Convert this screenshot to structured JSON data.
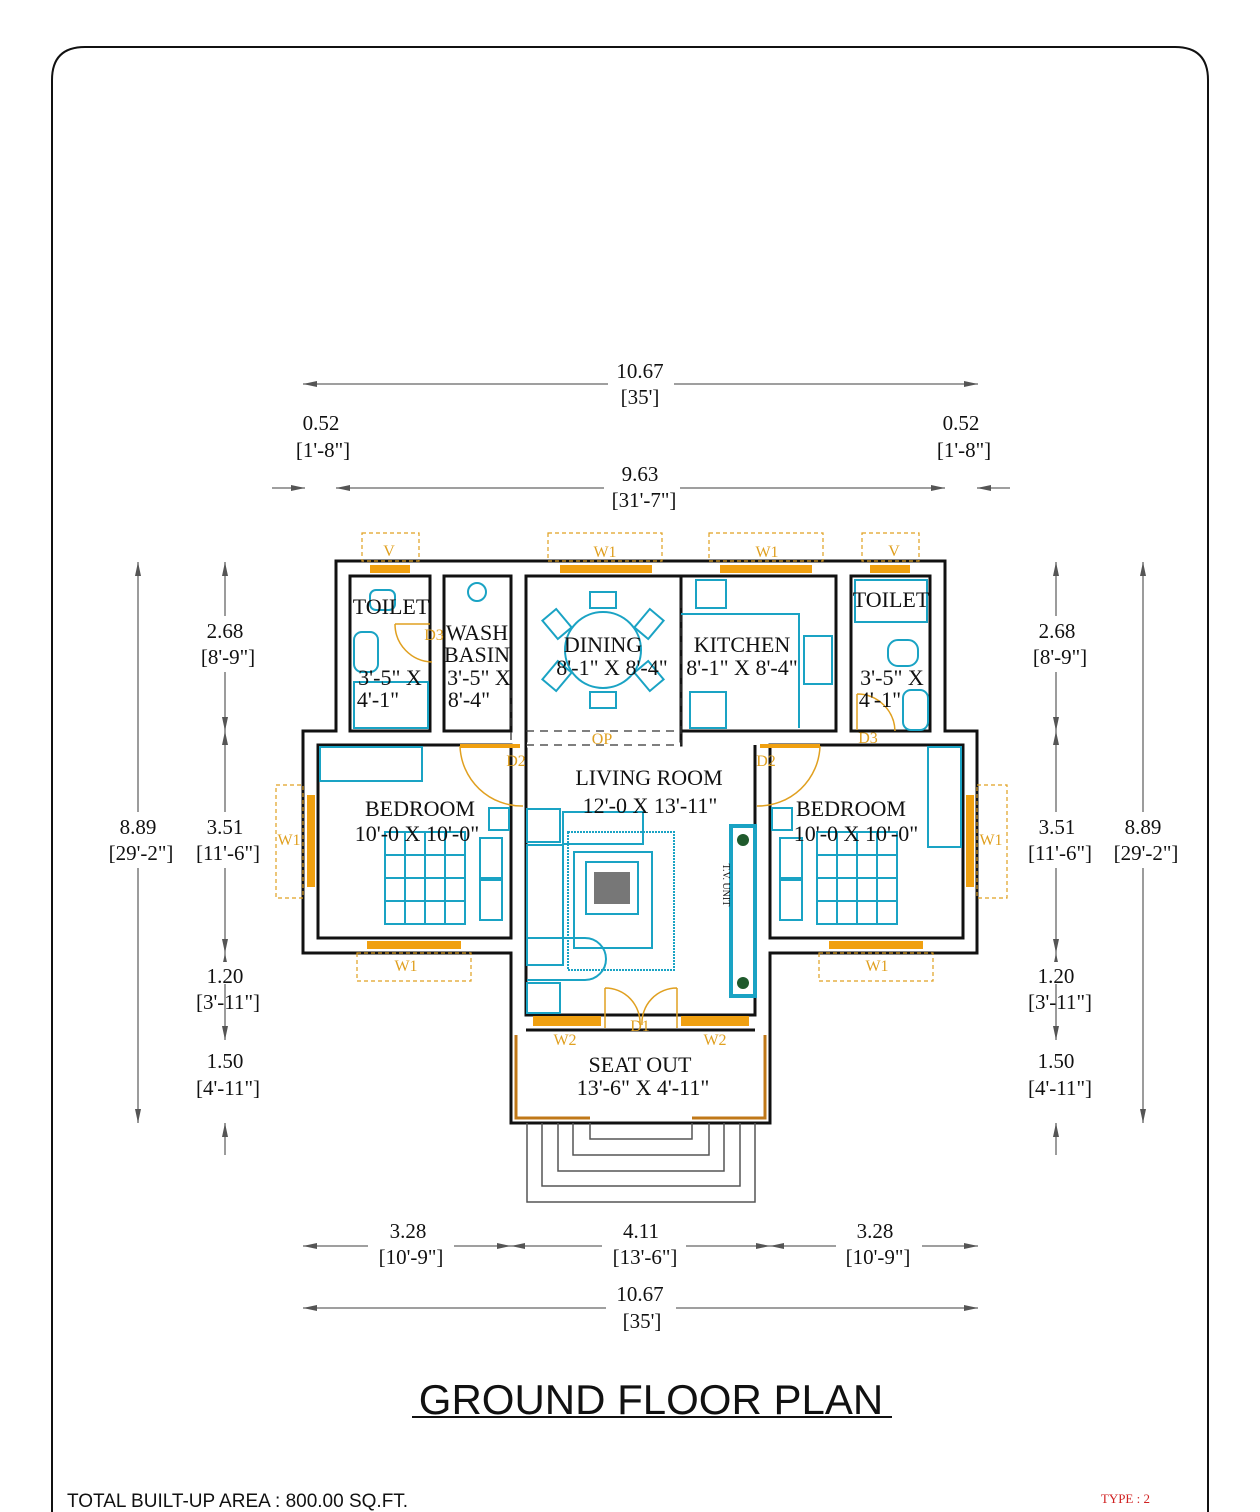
{
  "sheet": {
    "title": "GROUND FLOOR PLAN",
    "total_area": "TOTAL BUILT-UP AREA : 800.00 SQ.FT.",
    "type_label": "TYPE : 2"
  },
  "rooms": {
    "toilet_left": {
      "name": "TOILET",
      "size1": "3'-5\" X",
      "size2": "4'-1\""
    },
    "wash_basin": {
      "name1": "WASH",
      "name2": "BASIN",
      "size1": "3'-5\" X",
      "size2": "8'-4\""
    },
    "dining": {
      "name": "DINING",
      "size": "8'-1\" X 8'-4\""
    },
    "kitchen": {
      "name": "KITCHEN",
      "size": "8'-1\" X 8'-4\""
    },
    "toilet_right": {
      "name": "TOILET",
      "size1": "3'-5\" X",
      "size2": "4'-1\""
    },
    "living": {
      "name": "LIVING ROOM",
      "size": "12'-0 X 13'-11\""
    },
    "bedroom_left": {
      "name": "BEDROOM",
      "size": "10'-0 X 10'-0\""
    },
    "bedroom_right": {
      "name": "BEDROOM",
      "size": "10'-0 X 10'-0\""
    },
    "seat_out": {
      "name": "SEAT OUT",
      "size": "13'-6\" X 4'-11\""
    },
    "tv_unit": "T.V. UNIT"
  },
  "openings": {
    "v": "V",
    "w1": "W1",
    "w2": "W2",
    "d1": "D1",
    "d2": "D2",
    "d3": "D3",
    "op": "OP"
  },
  "dimensions": {
    "top_overall": {
      "m": "10.67",
      "ft": "[35']"
    },
    "top_left_offset": {
      "m": "0.52",
      "ft": "[1'-8\"]"
    },
    "top_right_offset": {
      "m": "0.52",
      "ft": "[1'-8\"]"
    },
    "top_inner": {
      "m": "9.63",
      "ft": "[31'-7\"]"
    },
    "side_1": {
      "m": "2.68",
      "ft": "[8'-9\"]"
    },
    "side_2": {
      "m": "3.51",
      "ft": "[11'-6\"]"
    },
    "side_overall": {
      "m": "8.89",
      "ft": "[29'-2\"]"
    },
    "side_3": {
      "m": "1.20",
      "ft": "[3'-11\"]"
    },
    "side_4": {
      "m": "1.50",
      "ft": "[4'-11\"]"
    },
    "bottom_left": {
      "m": "3.28",
      "ft": "[10'-9\"]"
    },
    "bottom_center": {
      "m": "4.11",
      "ft": "[13'-6\"]"
    },
    "bottom_right": {
      "m": "3.28",
      "ft": "[10'-9\"]"
    },
    "bottom_overall": {
      "m": "10.67",
      "ft": "[35']"
    }
  },
  "colors": {
    "wall": "#111111",
    "furniture": "#1aa3c4",
    "opening": "#f0a010",
    "type_label": "#d02020"
  }
}
